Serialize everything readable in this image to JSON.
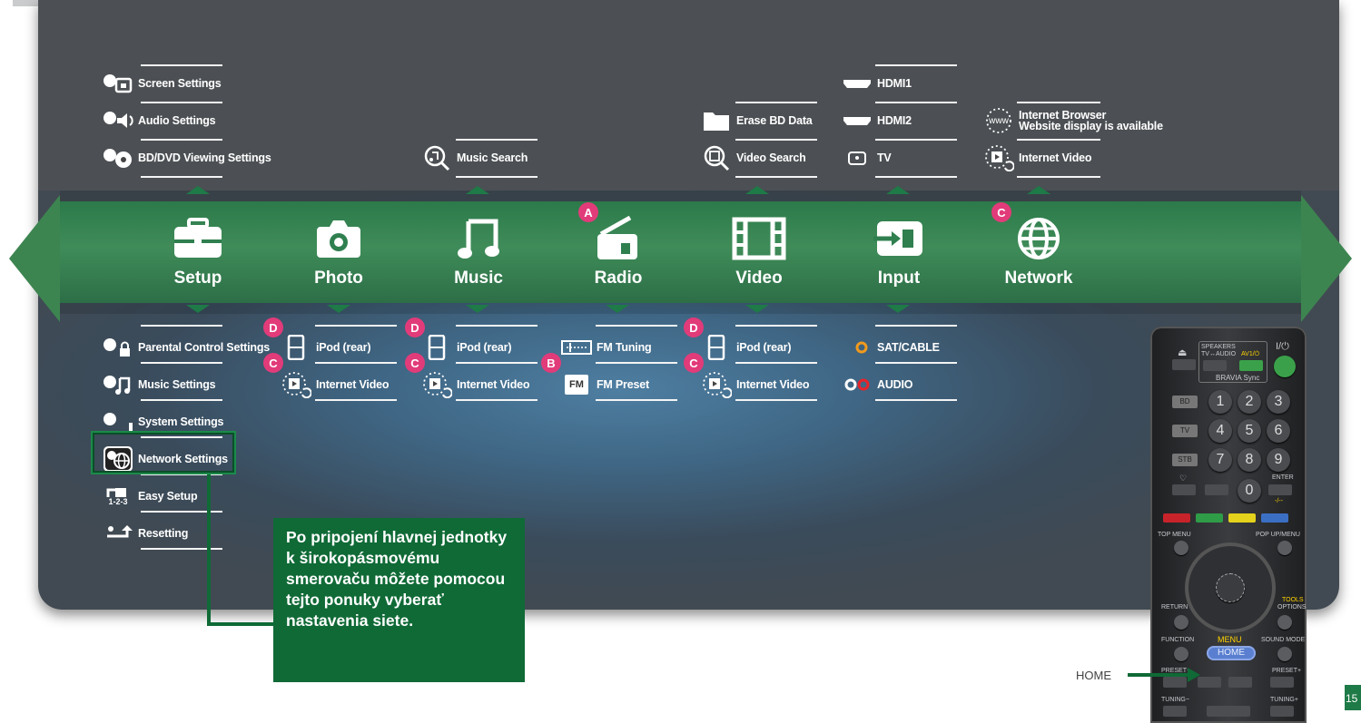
{
  "categories": [
    {
      "label": "Setup",
      "icon": "toolbox-icon"
    },
    {
      "label": "Photo",
      "icon": "camera-icon"
    },
    {
      "label": "Music",
      "icon": "music-note-icon"
    },
    {
      "label": "Radio",
      "icon": "radio-icon"
    },
    {
      "label": "Video",
      "icon": "film-icon"
    },
    {
      "label": "Input",
      "icon": "input-icon"
    },
    {
      "label": "Network",
      "icon": "globe-icon"
    }
  ],
  "setup": {
    "above": [
      "Screen Settings",
      "Audio Settings",
      "BD/DVD Viewing Settings"
    ],
    "below": [
      "Parental Control Settings",
      "Music Settings",
      "System Settings",
      "Network Settings",
      "Easy Setup",
      "Resetting"
    ]
  },
  "photo": {
    "below": [
      "iPod (rear)",
      "Internet Video"
    ]
  },
  "music": {
    "above": [
      "Music Search"
    ],
    "below": [
      "iPod (rear)",
      "Internet Video"
    ]
  },
  "radio": {
    "below": [
      "FM Tuning",
      "FM Preset"
    ]
  },
  "video": {
    "above": [
      "Erase BD Data",
      "Video Search"
    ],
    "below": [
      "iPod (rear)",
      "Internet Video"
    ]
  },
  "input": {
    "above": [
      "HDMI1",
      "HDMI2",
      "TV"
    ],
    "below": [
      "SAT/CABLE",
      "AUDIO"
    ]
  },
  "network": {
    "above_title": "Internet Browser",
    "above_sub": "Website display is available",
    "above2": "Internet Video"
  },
  "badges": {
    "a": "A",
    "b": "B",
    "c": "C",
    "d": "D"
  },
  "misc": {
    "fm_label": "FM",
    "easy_setup_num": "1-2-3",
    "www": "www"
  },
  "callout": "Po pripojení hlavnej jednotky k širokopásmovému smerovaču môžete pomocou tejto ponuky vyberať nastavenia siete.",
  "remote": {
    "speakers": "SPEAKERS",
    "tv_audio": "TV↔AUDIO",
    "av": "AV1/⏻",
    "power": "I/⏻",
    "bravia": "BRAVIA Sync",
    "bd": "BD",
    "tv": "TV",
    "stb": "STB",
    "enter": "ENTER",
    "dash": "-/--",
    "numbers": [
      "1",
      "2",
      "3",
      "4",
      "5",
      "6",
      "7",
      "8",
      "9",
      "0"
    ],
    "top_menu": "TOP MENU",
    "popup_menu": "POP UP/MENU",
    "return": "RETURN",
    "tools": "TOOLS",
    "options": "OPTIONS",
    "function": "FUNCTION",
    "menu": "MENU",
    "sound_mode": "SOUND MODE",
    "home": "HOME",
    "preset_minus": "PRESET−",
    "preset_plus": "PRESET+",
    "tuning_minus": "TUNING−",
    "tuning_plus": "TUNING+"
  },
  "home_label": "HOME",
  "page_number": "15"
}
